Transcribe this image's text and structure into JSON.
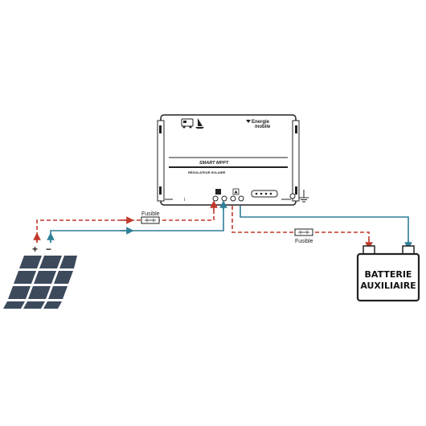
{
  "controller": {
    "brand_line1": "Energie",
    "brand_line2": "mobile",
    "model": "SMART MPPT",
    "subtitle": "RÉGULATEUR SOLAIRE"
  },
  "fuses": {
    "panel_fuse_label": "Fusible",
    "battery_fuse_label": "Fusible"
  },
  "panel": {
    "plus": "+",
    "minus": "−"
  },
  "battery": {
    "line1": "BATTERIE",
    "line2": "AUXILIAIRE",
    "plus": "+",
    "minus": "−"
  },
  "colors": {
    "positive_wire": "#c0392b",
    "negative_wire": "#2e7f97",
    "outline": "#222222",
    "panel_cell": "#3c4a5c"
  }
}
